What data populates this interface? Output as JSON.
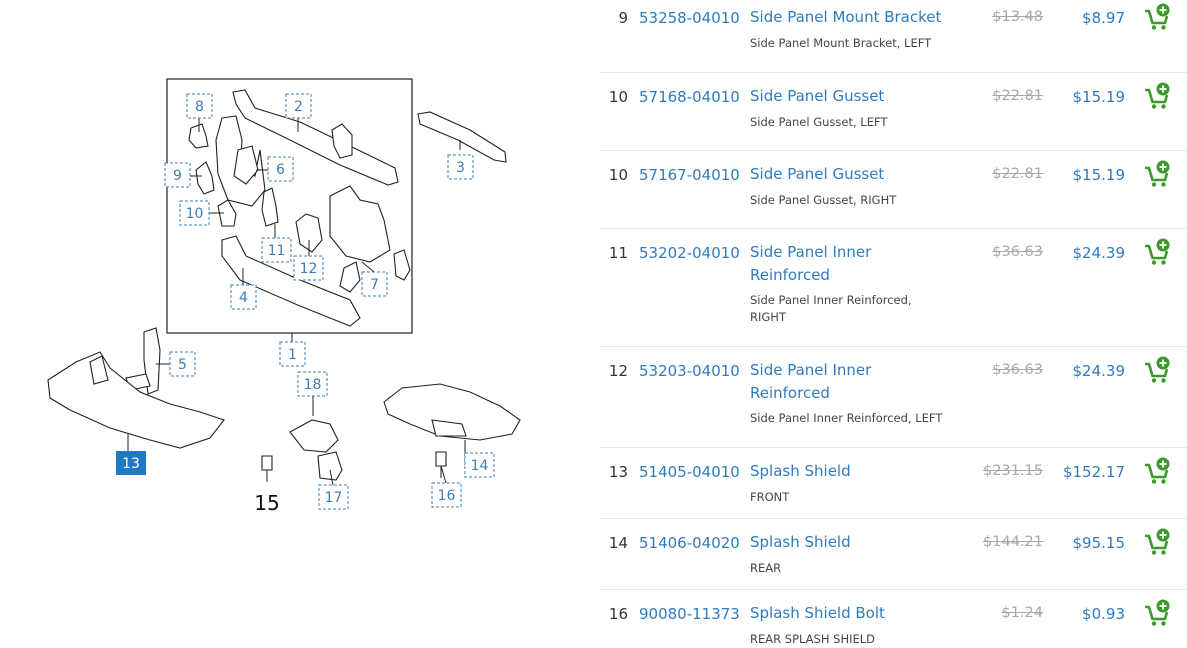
{
  "diagram": {
    "callouts": [
      {
        "id": "c8",
        "label": "8"
      },
      {
        "id": "c2",
        "label": "2"
      },
      {
        "id": "c3",
        "label": "3"
      },
      {
        "id": "c9",
        "label": "9"
      },
      {
        "id": "c6",
        "label": "6"
      },
      {
        "id": "c10",
        "label": "10"
      },
      {
        "id": "c11",
        "label": "11"
      },
      {
        "id": "c12",
        "label": "12"
      },
      {
        "id": "c4",
        "label": "4"
      },
      {
        "id": "c7",
        "label": "7"
      },
      {
        "id": "c1",
        "label": "1"
      },
      {
        "id": "c5",
        "label": "5"
      },
      {
        "id": "c18",
        "label": "18"
      },
      {
        "id": "c13",
        "label": "13"
      },
      {
        "id": "c14",
        "label": "14"
      },
      {
        "id": "c16",
        "label": "16"
      },
      {
        "id": "c17",
        "label": "17"
      },
      {
        "id": "c15",
        "label": "15"
      }
    ],
    "highlighted_callout": "13"
  },
  "parts": [
    {
      "num": "9",
      "part_number": "53258-04010",
      "name": "Side Panel Mount Bracket",
      "description": "Side Panel Mount Bracket, LEFT",
      "list_price": "$13.48",
      "price": "$8.97"
    },
    {
      "num": "10",
      "part_number": "57168-04010",
      "name": "Side Panel Gusset",
      "description": "Side Panel Gusset, LEFT",
      "list_price": "$22.81",
      "price": "$15.19"
    },
    {
      "num": "10",
      "part_number": "57167-04010",
      "name": "Side Panel Gusset",
      "description": "Side Panel Gusset, RIGHT",
      "list_price": "$22.81",
      "price": "$15.19"
    },
    {
      "num": "11",
      "part_number": "53202-04010",
      "name": "Side Panel Inner Reinforced",
      "description": "Side Panel Inner Reinforced, RIGHT",
      "list_price": "$36.63",
      "price": "$24.39"
    },
    {
      "num": "12",
      "part_number": "53203-04010",
      "name": "Side Panel Inner Reinforced",
      "description": "Side Panel Inner Reinforced, LEFT",
      "list_price": "$36.63",
      "price": "$24.39"
    },
    {
      "num": "13",
      "part_number": "51405-04010",
      "name": "Splash Shield",
      "description": "FRONT",
      "list_price": "$231.15",
      "price": "$152.17"
    },
    {
      "num": "14",
      "part_number": "51406-04020",
      "name": "Splash Shield",
      "description": "REAR",
      "list_price": "$144.21",
      "price": "$95.15"
    },
    {
      "num": "16",
      "part_number": "90080-11373",
      "name": "Splash Shield Bolt",
      "description": "REAR SPLASH SHIELD",
      "list_price": "$1.24",
      "price": "$0.93"
    }
  ],
  "colors": {
    "link": "#2f7bbf",
    "cart_green": "#3a9b2a",
    "strike_gray": "#a8a8a8",
    "highlight": "#1f78c1"
  },
  "icons": {
    "cart": "add-to-cart-icon"
  }
}
